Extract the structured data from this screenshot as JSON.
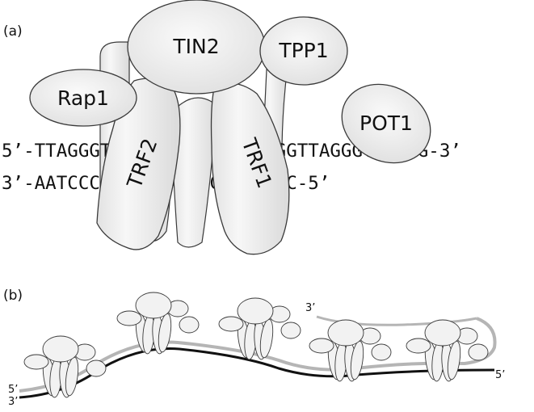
{
  "panels": {
    "a": "(a)",
    "b": "(b)"
  },
  "proteins": {
    "tin2": "TIN2",
    "tpp1": "TPP1",
    "rap1": "Rap1",
    "pot1": "POT1",
    "trf2": "TRF2",
    "trf1": "TRF1"
  },
  "dna": {
    "top_strand": "5’-TTAGGGTTAGGGTTAGGGTTAGGGTTAGGGTTAGGG-3’",
    "bottom_strand": "3’-AATCCCAATCCCAATCCCAATCCC-5’"
  },
  "ends": {
    "left_top": "5’",
    "left_bottom": "3’",
    "right_top": "3’",
    "right_bottom": "5’"
  },
  "colors": {
    "protein_fill": "#f4f4f4",
    "protein_shade": "#dcdcdc",
    "outline": "#3a3a3a",
    "strand_dark": "#111111",
    "strand_light": "#b5b5b5"
  }
}
